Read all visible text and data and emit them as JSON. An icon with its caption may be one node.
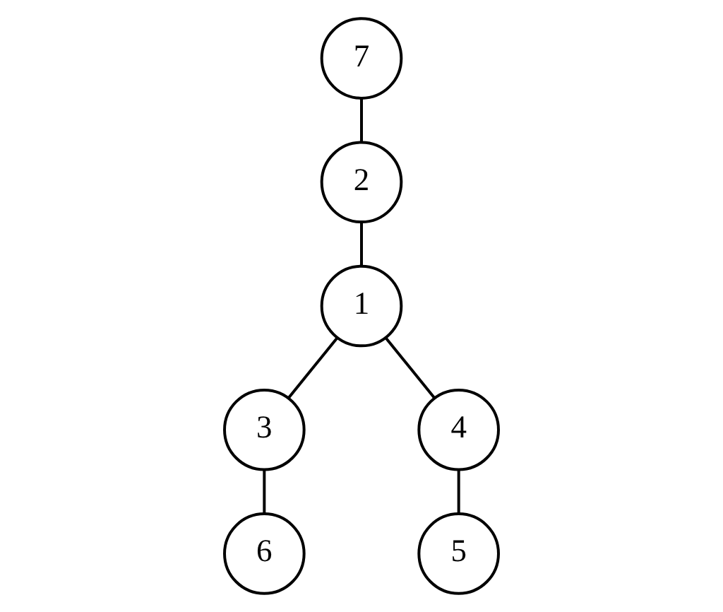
{
  "diagram": {
    "nodes": [
      {
        "text": [
          "7"
        ]
      },
      {
        "text": [
          "2"
        ]
      },
      {
        "text": [
          "1"
        ]
      },
      {
        "text": [
          "3"
        ]
      },
      {
        "text": [
          "4"
        ]
      },
      {
        "text": [
          "6"
        ]
      },
      {
        "text": [
          "5"
        ]
      }
    ],
    "edges": [
      {
        "from": 0,
        "to": 1,
        "arrow": "none"
      },
      {
        "from": 1,
        "to": 2,
        "arrow": "none"
      },
      {
        "from": 2,
        "to": 3,
        "arrow": "none"
      },
      {
        "from": 2,
        "to": 4,
        "arrow": "none"
      },
      {
        "from": 3,
        "to": 5,
        "arrow": "none"
      },
      {
        "from": 4,
        "to": 6,
        "arrow": "none"
      }
    ]
  }
}
